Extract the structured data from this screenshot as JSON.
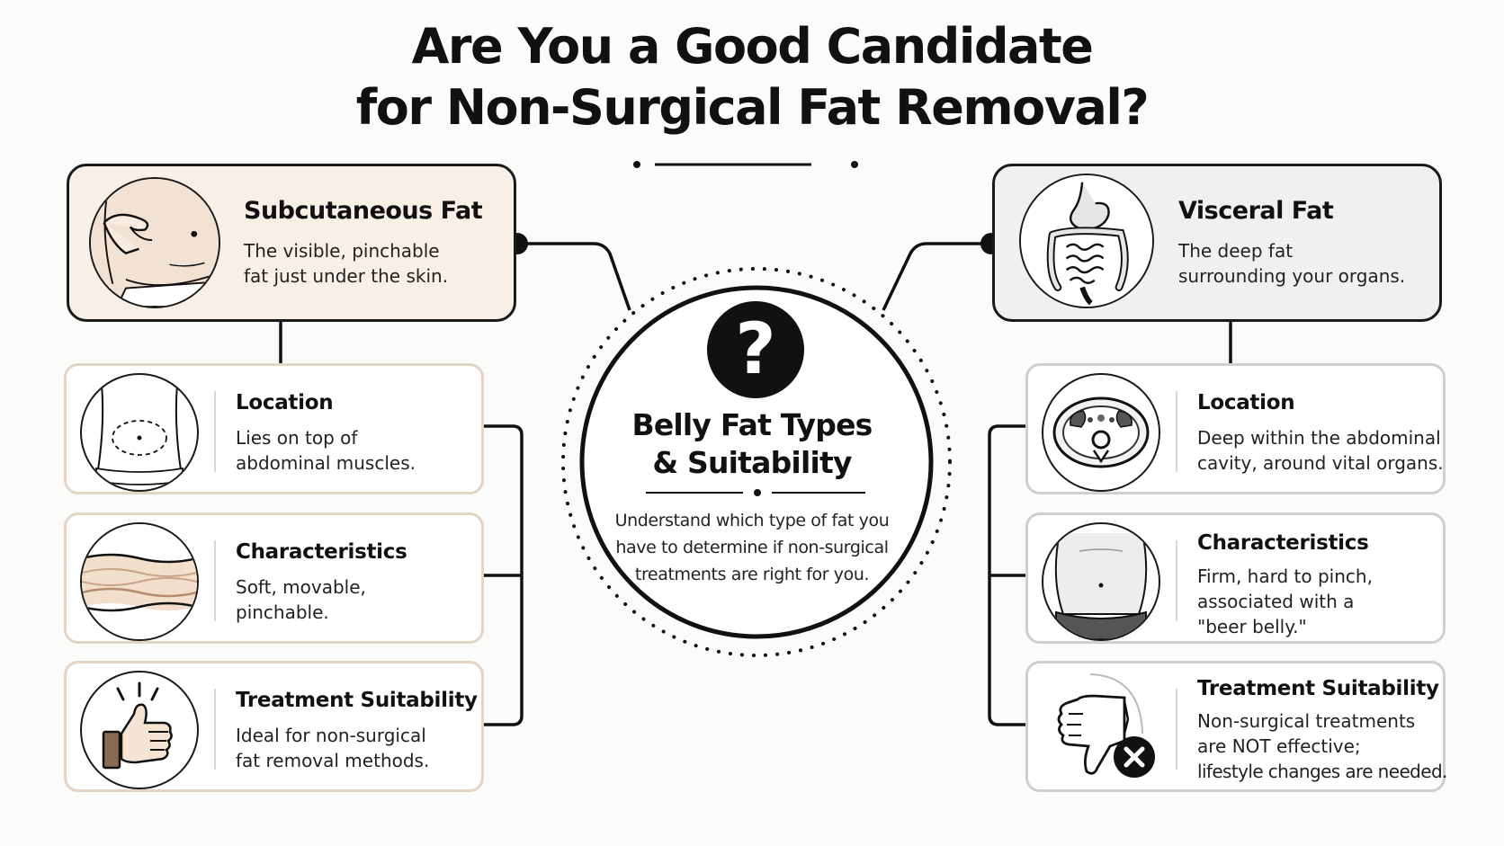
{
  "title": {
    "line1": "Are You a Good Candidate",
    "line2": "for Non-Surgical Fat Removal?"
  },
  "center": {
    "icon": "question-mark-icon",
    "symbol": "?",
    "title_line1": "Belly Fat Types",
    "title_line2": "& Suitability",
    "description": "Understand which type of fat you have to determine if non-surgical treatments are right for you."
  },
  "subcutaneous": {
    "title": "Subcutaneous Fat",
    "description_line1": "The visible, pinchable",
    "description_line2": "fat just under the skin.",
    "icon": "pinched-belly-icon",
    "details": [
      {
        "title": "Location",
        "line1": "Lies on top of",
        "line2": "abdominal muscles.",
        "icon": "torso-outline-icon"
      },
      {
        "title": "Characteristics",
        "line1": "Soft, movable,",
        "line2": "pinchable.",
        "icon": "fat-layer-icon"
      },
      {
        "title": "Treatment Suitability",
        "line1": "Ideal for non-surgical",
        "line2": "fat removal methods.",
        "icon": "thumbs-up-icon"
      }
    ]
  },
  "visceral": {
    "title": "Visceral Fat",
    "description_line1": "The deep fat",
    "description_line2": "surrounding your organs.",
    "icon": "digestive-organs-icon",
    "details": [
      {
        "title": "Location",
        "line1": "Deep within the abdominal",
        "line2": "cavity, around vital organs.",
        "line3": "",
        "icon": "abdominal-cross-section-icon"
      },
      {
        "title": "Characteristics",
        "line1": "Firm, hard to pinch,",
        "line2": "associated with a",
        "line3": "\"beer belly.\"",
        "icon": "beer-belly-icon"
      },
      {
        "title": "Treatment Suitability",
        "line1": "Non-surgical treatments",
        "line2": "are NOT effective;",
        "line3": "lifestyle changes are needed.",
        "icon": "thumbs-down-x-icon"
      }
    ]
  },
  "colors": {
    "ink": "#111111",
    "warm_fill": "#f8efe6",
    "warm_border": "#e3d4c5",
    "cool_fill": "#f0f0f0",
    "cool_border": "#cfcfcf",
    "skin": "#f2e2d3"
  }
}
